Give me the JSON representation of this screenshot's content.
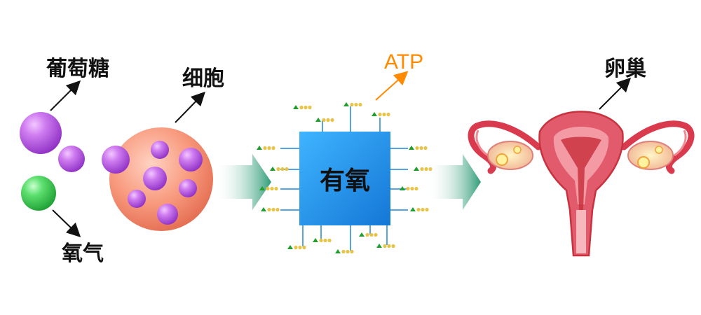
{
  "labels": {
    "glucose": "葡萄糖",
    "oxygen": "氧气",
    "cell": "细胞",
    "aerobic": "有氧",
    "atp": "ATP",
    "ovary": "卵巢"
  },
  "colors": {
    "glucose": "#b24fe0",
    "oxygen": "#3fd05a",
    "cell": "#f2876a",
    "chip": "#1e90ee",
    "atp_text": "#ff8a00",
    "atp_triangle": "#1f9e2e",
    "atp_dot": "#e6c447",
    "flow_arrow": "#3aa37f",
    "uterus": "#d93a4d"
  },
  "icons": {
    "molecule": "sphere",
    "chip": "processor-chip",
    "atp": "triangle-dots",
    "organ": "uterus-ovaries"
  }
}
